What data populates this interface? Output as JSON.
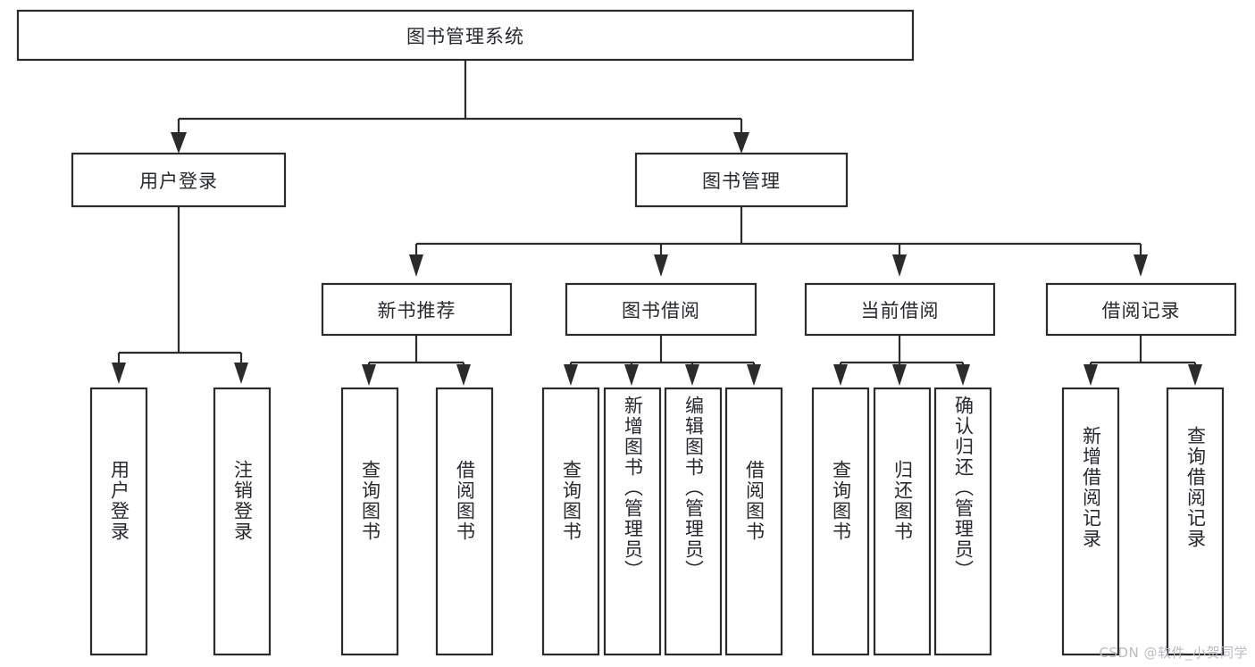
{
  "diagram": {
    "type": "tree-hierarchy",
    "title": "图书管理系统",
    "root": {
      "id": "root",
      "label": "图书管理系统",
      "level": 0
    },
    "level1": [
      {
        "id": "user-login",
        "label": "用户登录"
      },
      {
        "id": "book-management",
        "label": "图书管理"
      }
    ],
    "level2": [
      {
        "id": "new-book-recommend",
        "label": "新书推荐",
        "parent": "book-management"
      },
      {
        "id": "book-borrow",
        "label": "图书借阅",
        "parent": "book-management"
      },
      {
        "id": "current-borrow",
        "label": "当前借阅",
        "parent": "book-management"
      },
      {
        "id": "borrow-record",
        "label": "借阅记录",
        "parent": "book-management"
      }
    ],
    "leaves": [
      {
        "id": "leaf-user-login",
        "label": "用户登录",
        "parent": "user-login"
      },
      {
        "id": "leaf-logout-login",
        "label": "注销登录",
        "parent": "user-login"
      },
      {
        "id": "leaf-query-book-1",
        "label": "查询图书",
        "parent": "new-book-recommend"
      },
      {
        "id": "leaf-borrow-book-1",
        "label": "借阅图书",
        "parent": "new-book-recommend"
      },
      {
        "id": "leaf-query-book-2",
        "label": "查询图书",
        "parent": "book-borrow"
      },
      {
        "id": "leaf-add-book",
        "label": "新增图书（管理员）",
        "parent": "book-borrow"
      },
      {
        "id": "leaf-edit-book",
        "label": "编辑图书（管理员）",
        "parent": "book-borrow"
      },
      {
        "id": "leaf-borrow-book-2",
        "label": "借阅图书",
        "parent": "book-borrow"
      },
      {
        "id": "leaf-query-book-3",
        "label": "查询图书",
        "parent": "current-borrow"
      },
      {
        "id": "leaf-return-book",
        "label": "归还图书",
        "parent": "current-borrow"
      },
      {
        "id": "leaf-confirm-return",
        "label": "确认归还（管理员）",
        "parent": "current-borrow"
      },
      {
        "id": "leaf-add-record",
        "label": "新增借阅记录",
        "parent": "borrow-record"
      },
      {
        "id": "leaf-query-record",
        "label": "查询借阅记录",
        "parent": "borrow-record"
      }
    ],
    "colors": {
      "stroke": "#2b2b2b",
      "fill": "#ffffff",
      "text": "#26292e",
      "background": "#ffffff",
      "watermark": "#b9bcc2"
    }
  },
  "watermark": {
    "text": "CSDN @软件_小贺同学"
  }
}
